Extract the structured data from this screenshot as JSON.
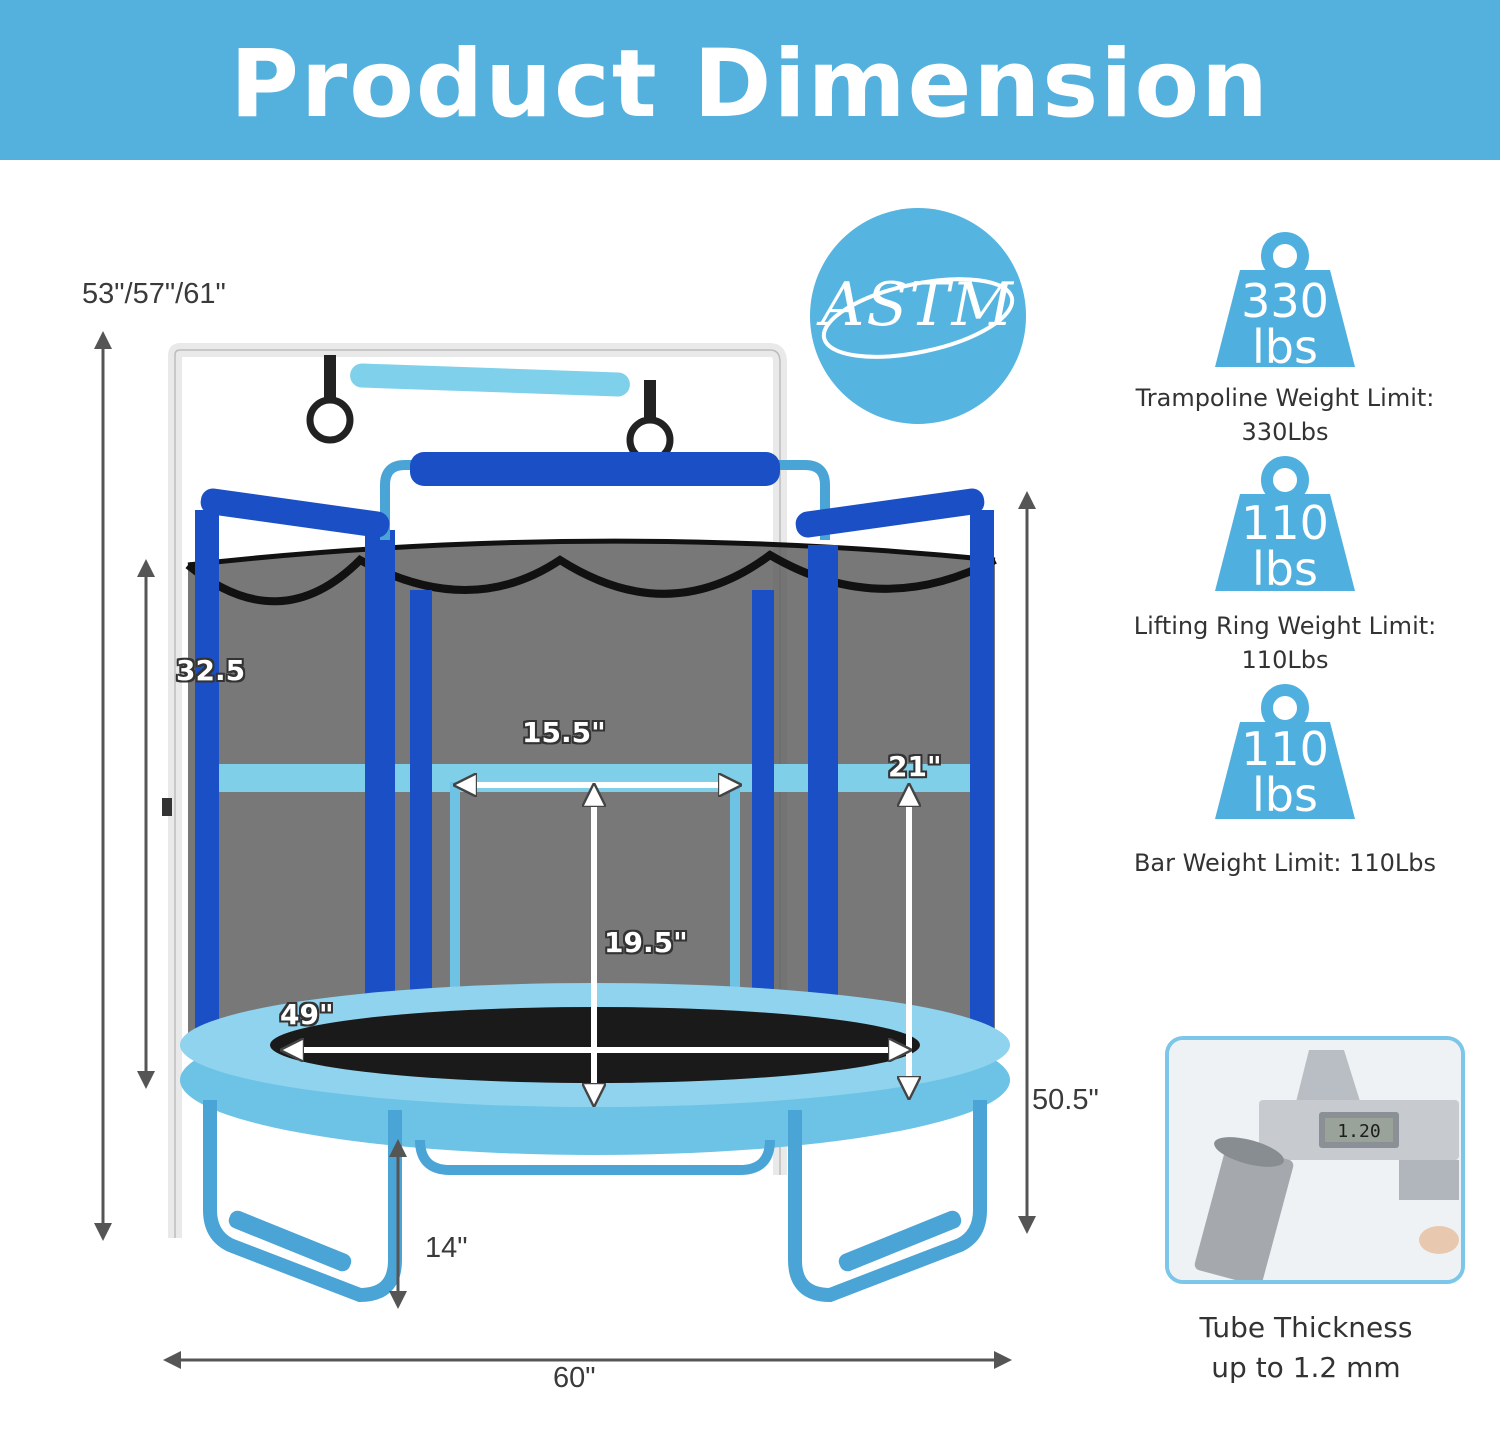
{
  "banner": {
    "title": "Product Dimension"
  },
  "certification": {
    "badge_text": "ASTM"
  },
  "dimensions": {
    "total_height": "53\"/57\"/61\"",
    "side_height": "32.5",
    "bar_width": "15.5\"",
    "bar_height": "21\"",
    "door_height": "19.5\"",
    "mat_diameter": "49\"",
    "enclosure_height": "50.5\"",
    "leg_height": "14\"",
    "total_width": "60\""
  },
  "weight_limits": [
    {
      "value": "330",
      "unit": "lbs",
      "label_line1": "Trampoline Weight Limit:",
      "label_line2": "330Lbs"
    },
    {
      "value": "110",
      "unit": "lbs",
      "label_line1": "Lifting Ring Weight Limit:",
      "label_line2": "110Lbs"
    },
    {
      "value": "110",
      "unit": "lbs",
      "label_line1": "Bar Weight Limit: 110Lbs",
      "label_line2": ""
    }
  ],
  "caliper": {
    "reading": "1.20"
  },
  "tube": {
    "line1": "Tube Thickness",
    "line2": "up to 1.2 mm"
  },
  "colors": {
    "banner": "#54b1de",
    "foam_blue": "#1c4fc4",
    "light_blue": "#56b4e0",
    "frame_blue": "#4aa4d6",
    "net": "#4d4d4d",
    "weight_icon": "#4fb0e0"
  },
  "icons": [
    "weight-icon",
    "astm-badge-icon",
    "caliper-icon",
    "trampoline-illustration"
  ]
}
